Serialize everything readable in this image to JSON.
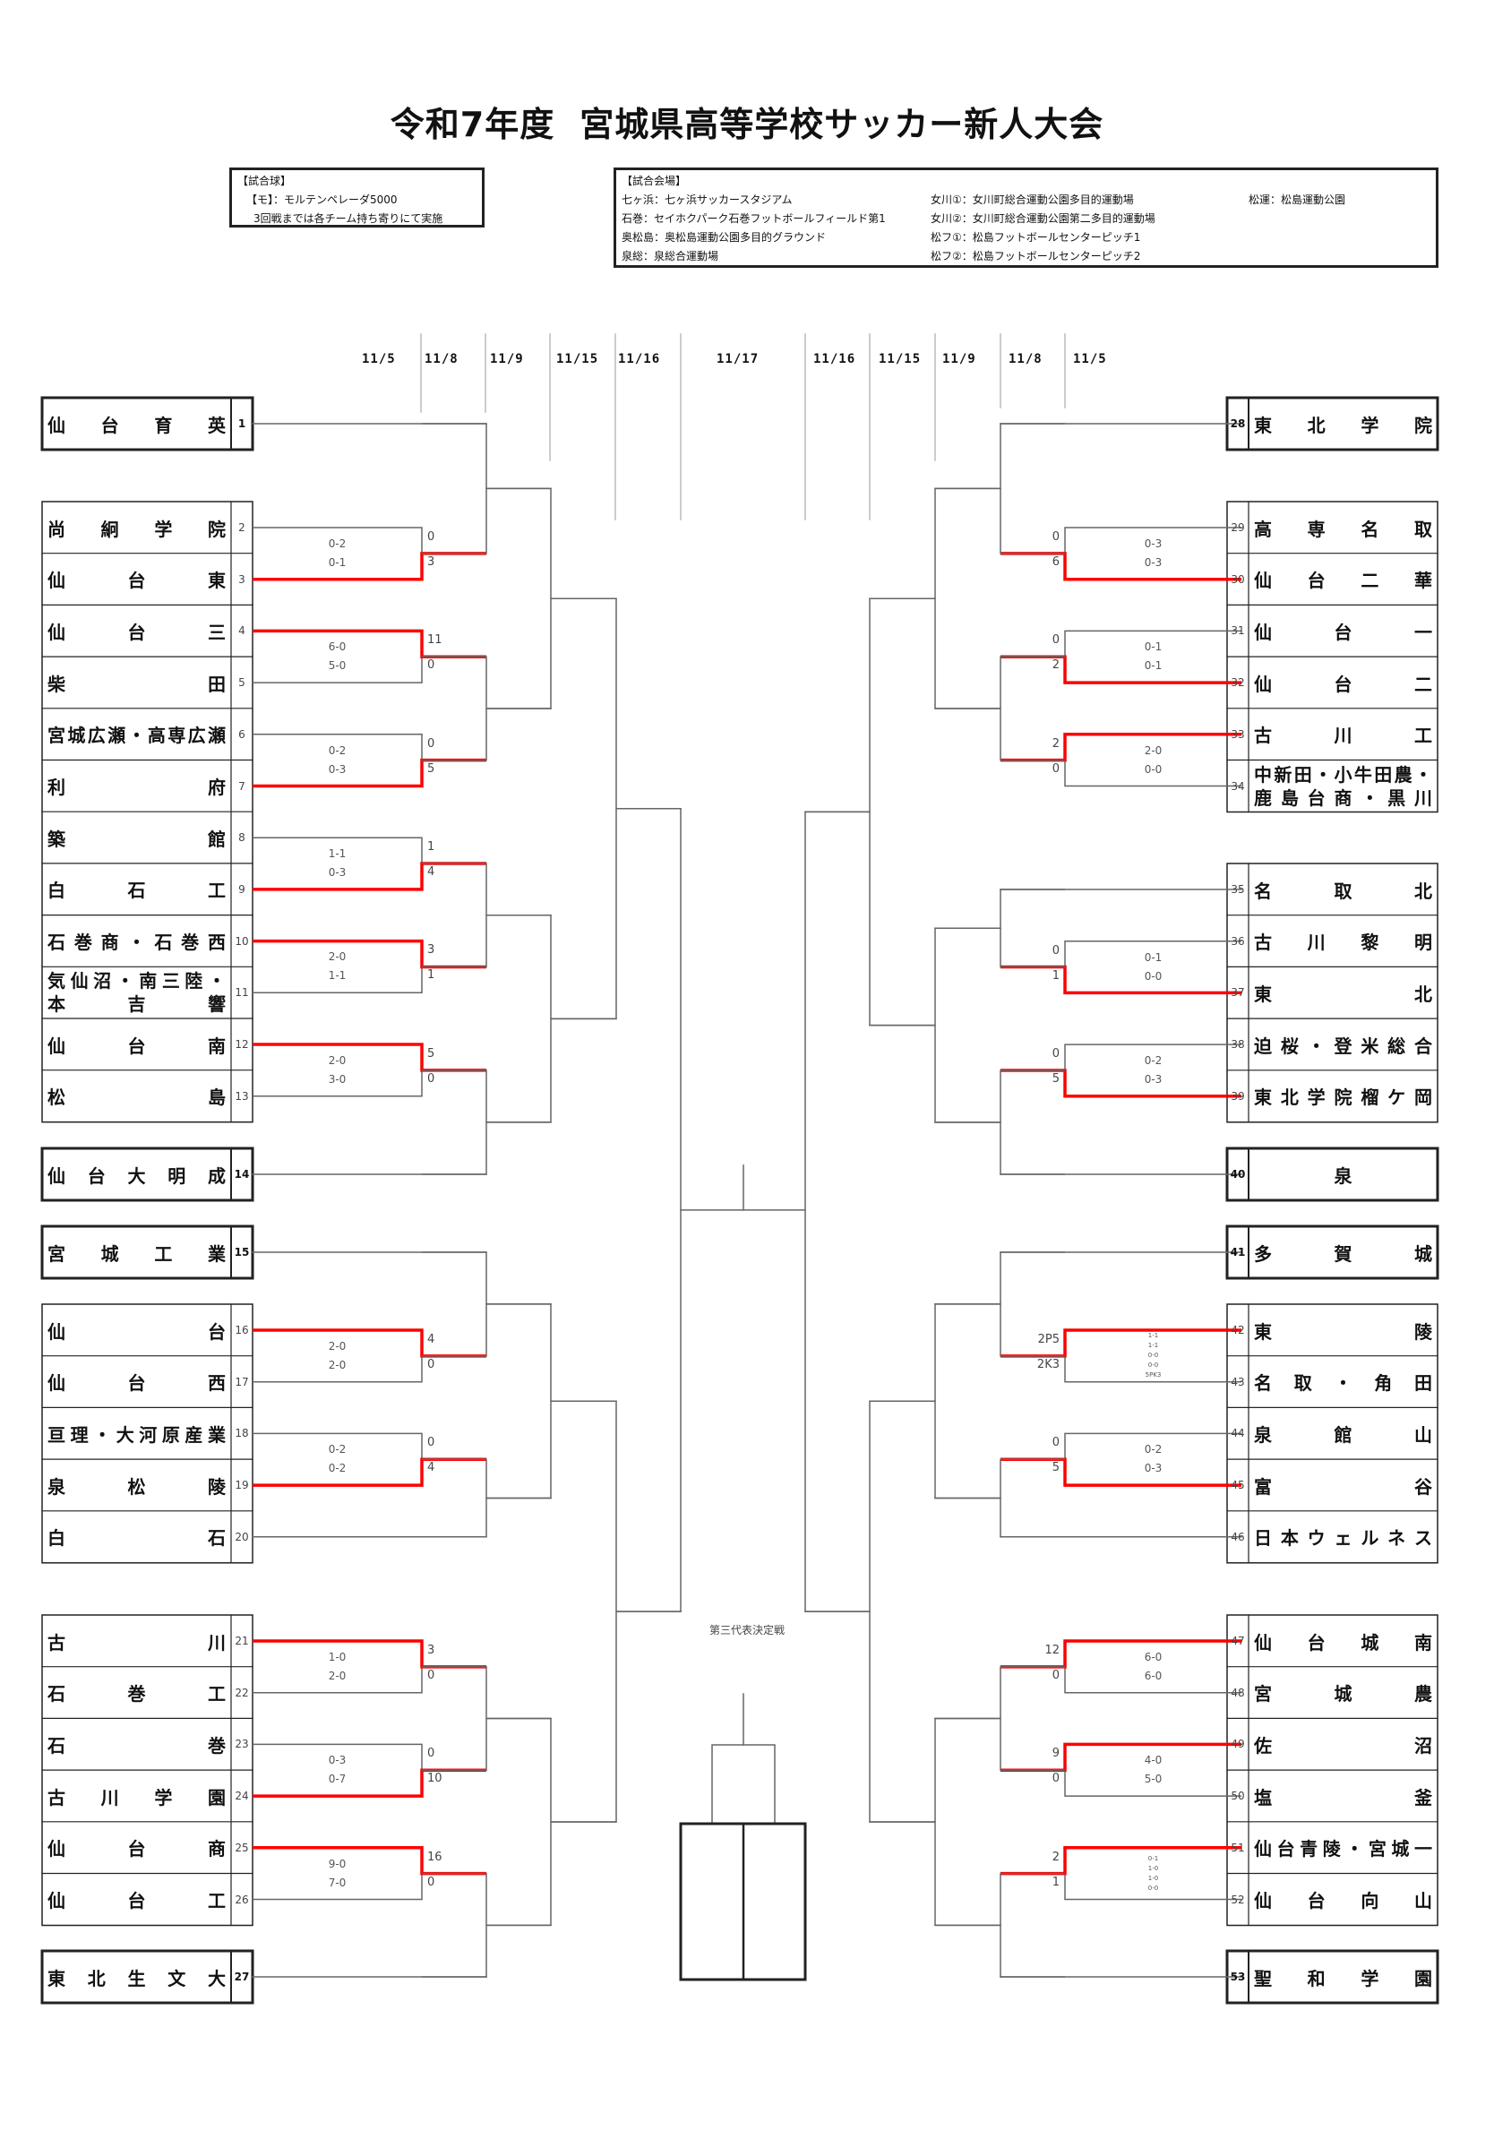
{
  "title": {
    "year": "令和7年度",
    "name": "宮城県高等学校サッカー新人大会"
  },
  "match_ball": {
    "heading": "【試合球】",
    "lines": [
      "【モ】：モルテンペレーダ5000",
      "3回戦までは各チーム持ち寄りにて実施"
    ]
  },
  "venues": {
    "heading": "【試合会場】",
    "items": [
      "七ヶ浜：七ヶ浜サッカースタジアム",
      "女川①：女川町総合運動公園多目的運動場",
      "松運：松島運動公園",
      "石巻：セイホクパーク石巻フットボールフィールド第1",
      "女川②：女川町総合運動公園第二多目的運動場",
      "",
      "奥松島：奥松島運動公園多目的グラウンド",
      "松フ①：松島フットボールセンターピッチ1",
      "",
      "泉総：泉総合運動場",
      "松フ②：松島フットボールセンターピッチ2",
      ""
    ]
  },
  "dates": [
    "11/5",
    "11/8",
    "11/9",
    "11/15",
    "11/16",
    "11/17",
    "11/16",
    "11/15",
    "11/9",
    "11/8",
    "11/5"
  ],
  "third_place_label": "第三代表決定戦",
  "colors": {
    "winner_line": "#ff0000",
    "line": "#666666",
    "box_border": "#222222"
  },
  "teams": [
    {
      "no": "1",
      "name": [
        "仙",
        "台",
        "育",
        "英"
      ]
    },
    {
      "no": "2",
      "name": [
        "尚",
        "絅",
        "学",
        "院"
      ]
    },
    {
      "no": "3",
      "name": [
        "仙",
        "台",
        "東"
      ]
    },
    {
      "no": "4",
      "name": [
        "仙",
        "台",
        "三"
      ]
    },
    {
      "no": "5",
      "name": [
        "柴",
        "田"
      ]
    },
    {
      "no": "6",
      "name": [
        "宮",
        "城",
        "広",
        "瀬",
        "・",
        "高",
        "専",
        "広",
        "瀬"
      ]
    },
    {
      "no": "7",
      "name": [
        "利",
        "府"
      ]
    },
    {
      "no": "8",
      "name": [
        "築",
        "館"
      ]
    },
    {
      "no": "9",
      "name": [
        "白",
        "石",
        "工"
      ]
    },
    {
      "no": "10",
      "name": [
        "石",
        "巻",
        "商",
        "・",
        "石",
        "巻",
        "西"
      ]
    },
    {
      "no": "11",
      "name": [
        "気",
        "仙",
        "沼",
        "・",
        "南",
        "三",
        "陸",
        "・"
      ],
      "name2": [
        "本",
        "吉",
        "響"
      ]
    },
    {
      "no": "12",
      "name": [
        "仙",
        "台",
        "南"
      ]
    },
    {
      "no": "13",
      "name": [
        "松",
        "島"
      ]
    },
    {
      "no": "14",
      "name": [
        "仙",
        "台",
        "大",
        "明",
        "成"
      ]
    },
    {
      "no": "15",
      "name": [
        "宮",
        "城",
        "工",
        "業"
      ]
    },
    {
      "no": "16",
      "name": [
        "仙",
        "台"
      ]
    },
    {
      "no": "17",
      "name": [
        "仙",
        "台",
        "西"
      ]
    },
    {
      "no": "18",
      "name": [
        "亘",
        "理",
        "・",
        "大",
        "河",
        "原",
        "産",
        "業"
      ]
    },
    {
      "no": "19",
      "name": [
        "泉",
        "松",
        "陵"
      ]
    },
    {
      "no": "20",
      "name": [
        "白",
        "石"
      ]
    },
    {
      "no": "21",
      "name": [
        "古",
        "川"
      ]
    },
    {
      "no": "22",
      "name": [
        "石",
        "巻",
        "工"
      ]
    },
    {
      "no": "23",
      "name": [
        "石",
        "巻"
      ]
    },
    {
      "no": "24",
      "name": [
        "古",
        "川",
        "学",
        "園"
      ]
    },
    {
      "no": "25",
      "name": [
        "仙",
        "台",
        "商"
      ]
    },
    {
      "no": "26",
      "name": [
        "仙",
        "台",
        "工"
      ]
    },
    {
      "no": "27",
      "name": [
        "東",
        "北",
        "生",
        "文",
        "大"
      ]
    },
    {
      "no": "28",
      "name": [
        "東",
        "北",
        "学",
        "院"
      ]
    },
    {
      "no": "29",
      "name": [
        "高",
        "専",
        "名",
        "取"
      ]
    },
    {
      "no": "30",
      "name": [
        "仙",
        "台",
        "二",
        "華"
      ]
    },
    {
      "no": "31",
      "name": [
        "仙",
        "台",
        "一"
      ]
    },
    {
      "no": "32",
      "name": [
        "仙",
        "台",
        "二"
      ]
    },
    {
      "no": "33",
      "name": [
        "古",
        "川",
        "工"
      ]
    },
    {
      "no": "34",
      "name": [
        "中",
        "新",
        "田",
        "・",
        "小",
        "牛",
        "田",
        "農",
        "・"
      ],
      "name2": [
        "鹿",
        "島",
        "台",
        "商",
        "・",
        "黒",
        "川"
      ]
    },
    {
      "no": "35",
      "name": [
        "名",
        "取",
        "北"
      ]
    },
    {
      "no": "36",
      "name": [
        "古",
        "川",
        "黎",
        "明"
      ]
    },
    {
      "no": "37",
      "name": [
        "東",
        "北"
      ]
    },
    {
      "no": "38",
      "name": [
        "迫",
        "桜",
        "・",
        "登",
        "米",
        "総",
        "合"
      ]
    },
    {
      "no": "39",
      "name": [
        "東",
        "北",
        "学",
        "院",
        "榴",
        "ケ",
        "岡"
      ]
    },
    {
      "no": "40",
      "name": [
        "泉"
      ]
    },
    {
      "no": "41",
      "name": [
        "多",
        "賀",
        "城"
      ]
    },
    {
      "no": "42",
      "name": [
        "東",
        "陵"
      ]
    },
    {
      "no": "43",
      "name": [
        "名",
        "取",
        "・",
        "角",
        "田"
      ]
    },
    {
      "no": "44",
      "name": [
        "泉",
        "館",
        "山"
      ]
    },
    {
      "no": "45",
      "name": [
        "富",
        "谷"
      ]
    },
    {
      "no": "46",
      "name": [
        "日",
        "本",
        "ウ",
        "ェ",
        "ル",
        "ネ",
        "ス"
      ]
    },
    {
      "no": "47",
      "name": [
        "仙",
        "台",
        "城",
        "南"
      ]
    },
    {
      "no": "48",
      "name": [
        "宮",
        "城",
        "農"
      ]
    },
    {
      "no": "49",
      "name": [
        "佐",
        "沼"
      ]
    },
    {
      "no": "50",
      "name": [
        "塩",
        "釜"
      ]
    },
    {
      "no": "51",
      "name": [
        "仙",
        "台",
        "青",
        "陵",
        "・",
        "宮",
        "城",
        "一"
      ]
    },
    {
      "no": "52",
      "name": [
        "仙",
        "台",
        "向",
        "山"
      ]
    },
    {
      "no": "53",
      "name": [
        "聖",
        "和",
        "学",
        "園"
      ]
    }
  ],
  "first_round": [
    {
      "side": "left",
      "teams": [
        "2",
        "3"
      ],
      "score_top": "0",
      "score_bottom": "3",
      "halves": [
        "0-2",
        "0-1"
      ],
      "winner": "bottom"
    },
    {
      "side": "left",
      "teams": [
        "4",
        "5"
      ],
      "score_top": "11",
      "score_bottom": "0",
      "halves": [
        "6-0",
        "5-0"
      ],
      "winner": "top"
    },
    {
      "side": "left",
      "teams": [
        "6",
        "7"
      ],
      "score_top": "0",
      "score_bottom": "5",
      "halves": [
        "0-2",
        "0-3"
      ],
      "winner": "bottom"
    },
    {
      "side": "left",
      "teams": [
        "8",
        "9"
      ],
      "score_top": "1",
      "score_bottom": "4",
      "halves": [
        "1-1",
        "0-3"
      ],
      "winner": "bottom"
    },
    {
      "side": "left",
      "teams": [
        "10",
        "11"
      ],
      "score_top": "3",
      "score_bottom": "1",
      "halves": [
        "2-0",
        "1-1"
      ],
      "winner": "top"
    },
    {
      "side": "left",
      "teams": [
        "12",
        "13"
      ],
      "score_top": "5",
      "score_bottom": "0",
      "halves": [
        "2-0",
        "3-0"
      ],
      "winner": "top"
    },
    {
      "side": "left",
      "teams": [
        "16",
        "17"
      ],
      "score_top": "4",
      "score_bottom": "0",
      "halves": [
        "2-0",
        "2-0"
      ],
      "winner": "top"
    },
    {
      "side": "left",
      "teams": [
        "18",
        "19"
      ],
      "score_top": "0",
      "score_bottom": "4",
      "halves": [
        "0-2",
        "0-2"
      ],
      "winner": "bottom"
    },
    {
      "side": "left",
      "teams": [
        "21",
        "22"
      ],
      "score_top": "3",
      "score_bottom": "0",
      "halves": [
        "1-0",
        "2-0"
      ],
      "winner": "top"
    },
    {
      "side": "left",
      "teams": [
        "23",
        "24"
      ],
      "score_top": "0",
      "score_bottom": "10",
      "halves": [
        "0-3",
        "0-7"
      ],
      "winner": "bottom"
    },
    {
      "side": "left",
      "teams": [
        "25",
        "26"
      ],
      "score_top": "16",
      "score_bottom": "0",
      "halves": [
        "9-0",
        "7-0"
      ],
      "winner": "top"
    },
    {
      "side": "right",
      "teams": [
        "29",
        "30"
      ],
      "score_top": "0",
      "score_bottom": "6",
      "halves": [
        "0-3",
        "0-3"
      ],
      "winner": "bottom"
    },
    {
      "side": "right",
      "teams": [
        "31",
        "32"
      ],
      "score_top": "0",
      "score_bottom": "2",
      "halves": [
        "0-1",
        "0-1"
      ],
      "winner": "bottom"
    },
    {
      "side": "right",
      "teams": [
        "33",
        "34"
      ],
      "score_top": "2",
      "score_bottom": "0",
      "halves": [
        "2-0",
        "0-0"
      ],
      "winner": "top"
    },
    {
      "side": "right",
      "teams": [
        "36",
        "37"
      ],
      "score_top": "0",
      "score_bottom": "1",
      "halves": [
        "0-1",
        "0-0"
      ],
      "winner": "bottom"
    },
    {
      "side": "right",
      "teams": [
        "38",
        "39"
      ],
      "score_top": "0",
      "score_bottom": "5",
      "halves": [
        "0-2",
        "0-3"
      ],
      "winner": "bottom"
    },
    {
      "side": "right",
      "teams": [
        "42",
        "43"
      ],
      "score_top": "2P5",
      "score_bottom": "2K3",
      "halves": [
        "1-1",
        "1-1",
        "0-0",
        "0-0",
        "5PK3"
      ],
      "winner": "top"
    },
    {
      "side": "right",
      "teams": [
        "44",
        "45"
      ],
      "score_top": "0",
      "score_bottom": "5",
      "halves": [
        "0-2",
        "0-3"
      ],
      "winner": "bottom"
    },
    {
      "side": "right",
      "teams": [
        "47",
        "48"
      ],
      "score_top": "12",
      "score_bottom": "0",
      "halves": [
        "6-0",
        "6-0"
      ],
      "winner": "top"
    },
    {
      "side": "right",
      "teams": [
        "49",
        "50"
      ],
      "score_top": "9",
      "score_bottom": "0",
      "halves": [
        "4-0",
        "5-0"
      ],
      "winner": "top"
    },
    {
      "side": "right",
      "teams": [
        "51",
        "52"
      ],
      "score_top": "2",
      "score_bottom": "1",
      "halves": [
        "0-1",
        "1-0",
        "1-0",
        "0-0"
      ],
      "winner": "top"
    }
  ]
}
